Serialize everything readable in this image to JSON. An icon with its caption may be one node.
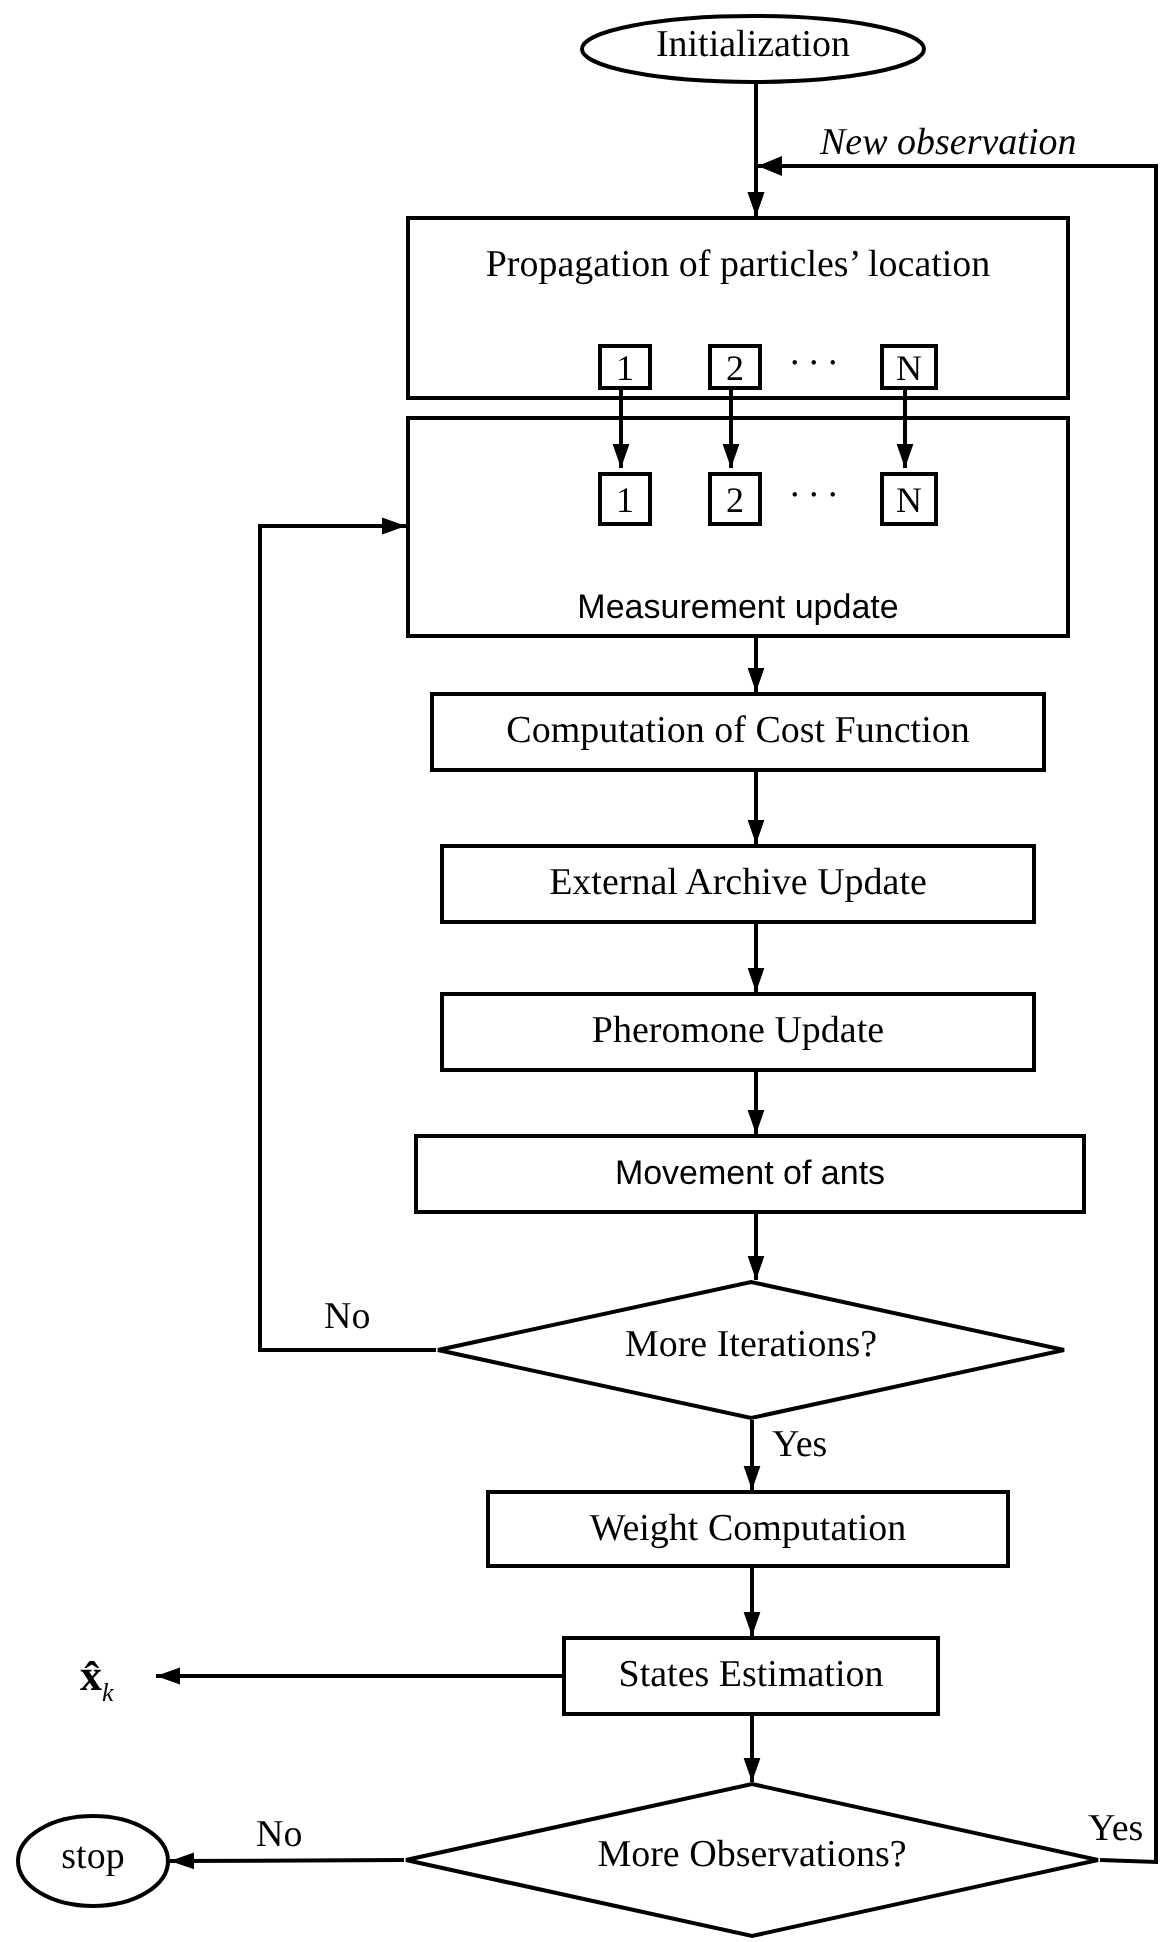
{
  "diagram": {
    "nodes": [
      {
        "text": [
          "Initialization"
        ]
      },
      {
        "text": [
          "Propagation of particles’ location"
        ]
      },
      {
        "text": [
          "1"
        ],
        "in": 1
      },
      {
        "text": [
          "2"
        ],
        "in": 1
      },
      {
        "text": [
          "N"
        ],
        "in": 1
      },
      {
        "text": [
          "Measurement update"
        ]
      },
      {
        "text": [
          "1"
        ],
        "in": 5
      },
      {
        "text": [
          "2"
        ],
        "in": 5
      },
      {
        "text": [
          "N"
        ],
        "in": 5
      },
      {
        "text": [
          "Computation of Cost Function"
        ]
      },
      {
        "text": [
          "External Archive Update"
        ]
      },
      {
        "text": [
          "Pheromone Update"
        ]
      },
      {
        "text": [
          "Movement of ants"
        ]
      },
      {
        "text": [
          "More Iterations?"
        ]
      },
      {
        "text": [
          "Weight Computation"
        ]
      },
      {
        "text": [
          "**x̂**$_{k}$"
        ]
      },
      {
        "text": [
          "States Estimation"
        ]
      },
      {
        "text": [
          "stop"
        ]
      },
      {
        "text": [
          "More Observations?"
        ]
      }
    ],
    "edges": [
      {
        "from": 0,
        "to": 1,
        "arrow": "to"
      },
      {
        "from": 18,
        "to": 1,
        "arrow": "to",
        "label": "Yes"
      },
      {
        "from": 2,
        "to": 6,
        "arrow": "to"
      },
      {
        "from": 3,
        "to": 7,
        "arrow": "to"
      },
      {
        "from": 4,
        "to": 8,
        "arrow": "to"
      },
      {
        "from": 5,
        "to": 9,
        "arrow": "to"
      },
      {
        "from": 9,
        "to": 10,
        "arrow": "to"
      },
      {
        "from": 10,
        "to": 11,
        "arrow": "to"
      },
      {
        "from": 11,
        "to": 12,
        "arrow": "to"
      },
      {
        "from": 12,
        "to": 13,
        "arrow": "to"
      },
      {
        "from": 13,
        "to": 5,
        "arrow": "to",
        "label": "No"
      },
      {
        "from": 13,
        "to": 14,
        "arrow": "to",
        "label": "Yes"
      },
      {
        "from": 14,
        "to": 16,
        "arrow": "to"
      },
      {
        "from": 16,
        "to": 15,
        "arrow": "to"
      },
      {
        "from": 16,
        "to": 18,
        "arrow": "to"
      },
      {
        "from": 18,
        "to": 17,
        "arrow": "to",
        "label": "No"
      }
    ],
    "labels": [
      "New observation",
      ". . .",
      ". . ."
    ]
  }
}
